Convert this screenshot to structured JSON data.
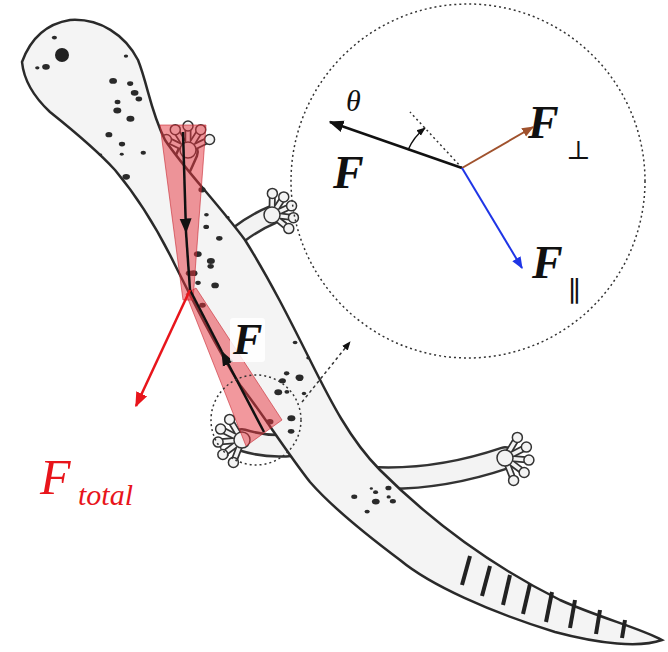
{
  "diagram": {
    "labels": [
      "θ",
      "F",
      "F",
      "⊥",
      "F",
      "∥",
      "F",
      "F",
      "total"
    ]
  }
}
